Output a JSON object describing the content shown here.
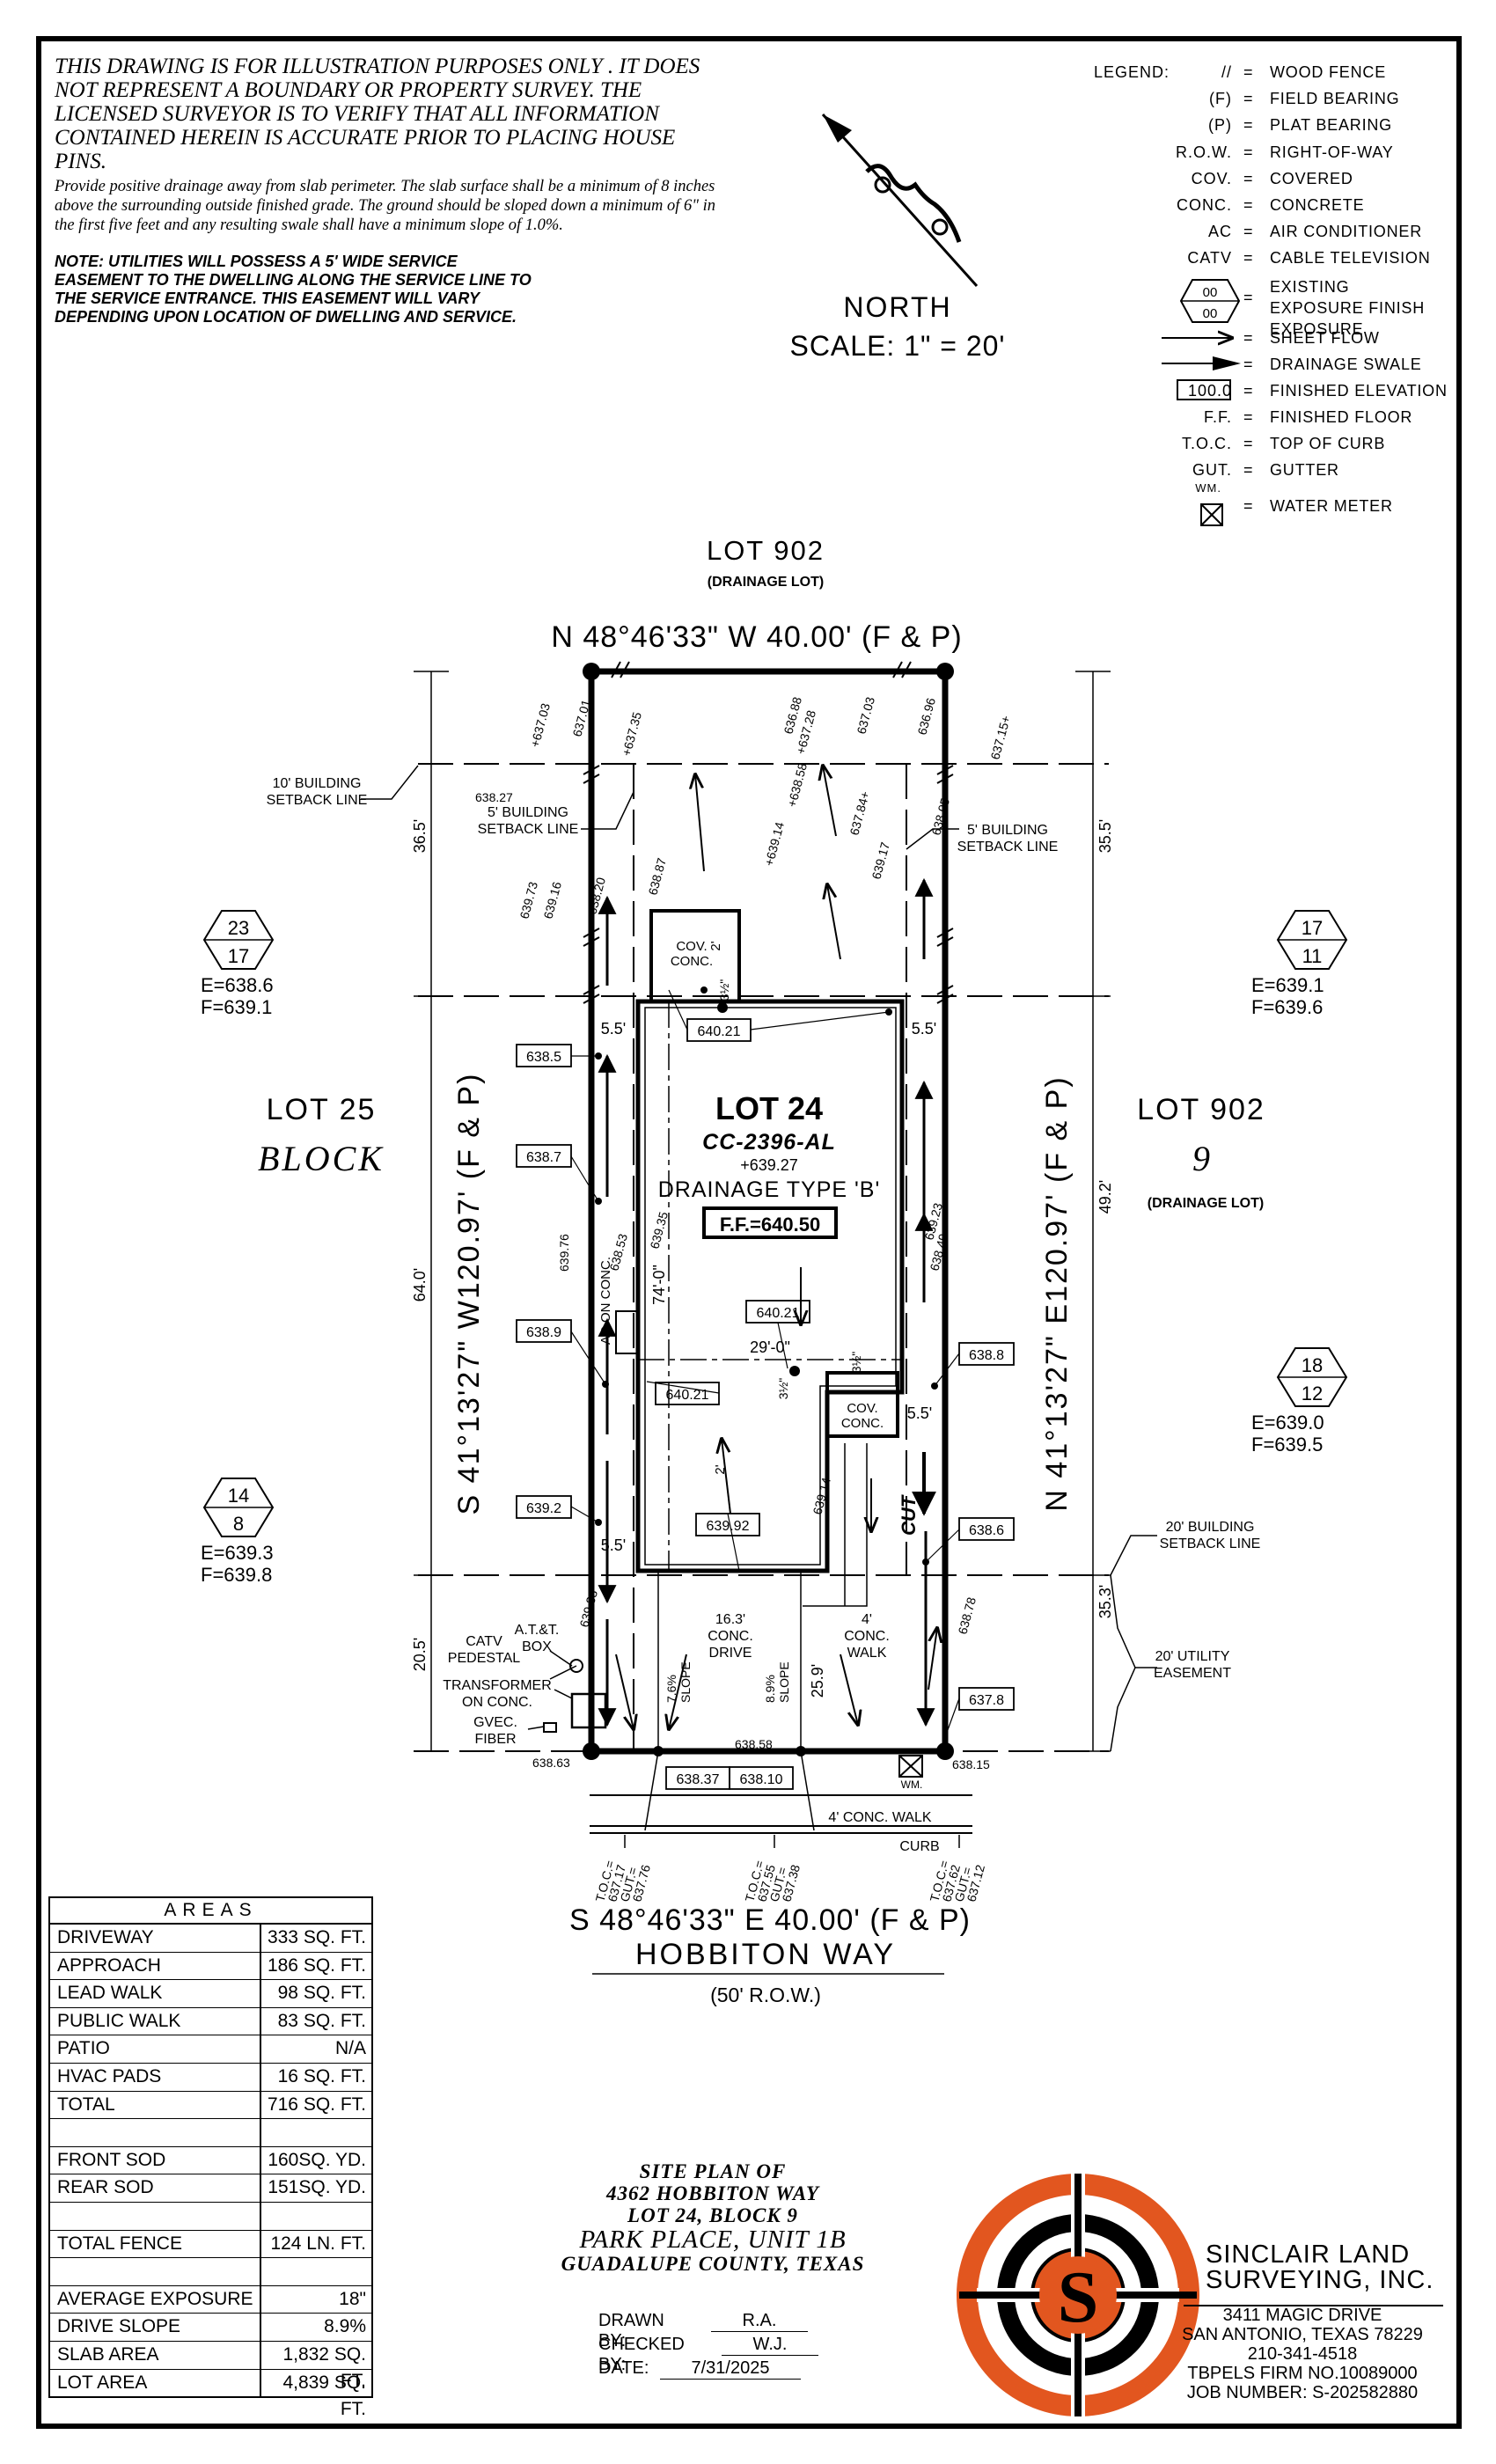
{
  "notes": {
    "disclaimer": "THIS DRAWING IS FOR ILLUSTRATION PURPOSES ONLY . IT DOES NOT REPRESENT A BOUNDARY OR PROPERTY SURVEY. THE LICENSED SURVEYOR IS TO VERIFY THAT ALL INFORMATION CONTAINED HEREIN IS ACCURATE PRIOR TO PLACING HOUSE PINS.",
    "drainage": "Provide positive drainage away from slab perimeter. The slab surface shall be a minimum of 8 inches above the surrounding outside finished grade. The ground should be sloped down a minimum of 6\" in the first five feet and any resulting swale shall have a minimum slope of 1.0%.",
    "utility": "NOTE: UTILITIES WILL POSSESS A 5' WIDE SERVICE EASEMENT TO THE DWELLING ALONG THE SERVICE LINE TO THE SERVICE ENTRANCE. THIS EASEMENT WILL VARY DEPENDING UPON LOCATION OF DWELLING AND SERVICE."
  },
  "north": {
    "label": "NORTH",
    "scale": "SCALE: 1\" = 20'"
  },
  "legend": {
    "title": "LEGEND:",
    "items": [
      {
        "sym": "//",
        "desc": "WOOD FENCE"
      },
      {
        "sym": "(F)",
        "desc": "FIELD BEARING"
      },
      {
        "sym": "(P)",
        "desc": "PLAT BEARING"
      },
      {
        "sym": "R.O.W.",
        "desc": "RIGHT-OF-WAY"
      },
      {
        "sym": "COV.",
        "desc": "COVERED"
      },
      {
        "sym": "CONC.",
        "desc": "CONCRETE"
      },
      {
        "sym": "AC",
        "desc": "AIR CONDITIONER"
      },
      {
        "sym": "CATV",
        "desc": "CABLE TELEVISION"
      },
      {
        "sym": "00 / 00",
        "desc": "EXISTING EXPOSURE FINISH EXPOSURE"
      },
      {
        "sym": "",
        "desc": "SHEET FLOW"
      },
      {
        "sym": "",
        "desc": "DRAINAGE SWALE"
      },
      {
        "sym": "100.0",
        "desc": "FINISHED ELEVATION"
      },
      {
        "sym": "F.F.",
        "desc": "FINISHED FLOOR"
      },
      {
        "sym": "T.O.C.",
        "desc": "TOP OF CURB"
      },
      {
        "sym": "GUT.",
        "desc": "GUTTER"
      },
      {
        "sym": "WM.",
        "desc": "WATER METER"
      }
    ]
  },
  "plan": {
    "lot_top": "LOT 902",
    "lot_top_sub": "(DRAINAGE LOT)",
    "bearing_top": "N 48°46'33\" W 40.00' (F & P)",
    "bearing_left": "S 41°13'27\" W120.97' (F & P)",
    "bearing_right": "N 41°13'27\" E120.97' (F & P)",
    "bearing_bottom": "S 48°46'33\" E 40.00' (F & P)",
    "lot_left": "LOT 25",
    "block_left": "BLOCK",
    "lot_right": "LOT 902",
    "block_right": "9",
    "lot_right_sub": "(DRAINAGE LOT)",
    "street": "HOBBITON WAY",
    "row": "(50' R.O.W.)",
    "lot_no": "LOT 24",
    "plan_no": "CC-2396-AL",
    "center_elev": "+639.27",
    "drainage_type": "DRAINAGE TYPE 'B'",
    "ff": "F.F.=640.50",
    "setback_10": "10' BUILDING SETBACK LINE",
    "setback_5_left": "5' BUILDING SETBACK LINE",
    "setback_5_right": "5' BUILDING SETBACK LINE",
    "setback_20": "20' BUILDING SETBACK LINE",
    "utility_easement": "20' UTILITY EASEMENT",
    "cov_conc": "COV. CONC.",
    "ac_on_conc": "AC ON CONC.",
    "drive": "16.3' CONC. DRIVE",
    "walk_side": "4' CONC. WALK",
    "walk_front": "4' CONC. WALK",
    "curb": "CURB",
    "cut": "CUT",
    "wm": "WM.",
    "catv": "CATV PEDESTAL",
    "att": "A.T.&T. BOX",
    "transformer": "TRANSFORMER ON CONC.",
    "gvec": "GVEC. FIBER",
    "slope_1": "7.6% SLOPE",
    "slope_2": "8.9% SLOPE",
    "dims": {
      "d365_l": "36.5'",
      "d365_r": "35.5'",
      "d640": "64.0'",
      "d492": "49.2'",
      "d205": "20.5'",
      "d353": "35.3'",
      "d259": "25.9'",
      "d740": "74'-0\"",
      "d290": "29'-0\"",
      "s55a": "5.5'",
      "s55b": "5.5'",
      "s55c": "5.5'",
      "s55d": "5.5'",
      "f2a": "2'",
      "f2b": "2'",
      "q312a": "3½\"",
      "q312b": "3½\"",
      "q312c": "3½\""
    },
    "boxed": {
      "e6385": "638.5",
      "e6387": "638.7",
      "e6389": "638.9",
      "e6392": "639.2",
      "e6388": "638.8",
      "e6386": "638.6",
      "e6378": "637.8",
      "e64021a": "640.21",
      "e64021b": "640.21",
      "e64021c": "640.21",
      "e63992": "639.92",
      "e63837": "638.37",
      "e63810": "638.10"
    },
    "spots": {
      "a": "+637.03",
      "b": "637.01",
      "c": "+637.35",
      "d": "636.88",
      "e": "+637.28",
      "f": "637.03",
      "g": "636.96",
      "h": "637.15+",
      "i": "638.27",
      "j": "+638.58",
      "k": "+639.14",
      "l": "637.84+",
      "m": "638.05",
      "n": "639.73",
      "o": "639.16",
      "p": "638.20",
      "q": "638.87",
      "r": "639.17",
      "s": "639.76",
      "t": "638.53",
      "u": "639.35",
      "v": "639.23",
      "w": "638.49",
      "x": "639.14",
      "y": "639.33",
      "z": "638.78",
      "aa": "638.63",
      "bb": "638.58",
      "cc": "638.15"
    },
    "curb_left": [
      "T.O.C.=",
      "637.17",
      "GUT.=",
      "637.76"
    ],
    "curb_mid": [
      "T.O.C.=",
      "637.55",
      "GUT.=",
      "637.38"
    ],
    "curb_right": [
      "T.O.C.=",
      "637.62",
      "GUT.=",
      "637.12"
    ],
    "exposures": [
      {
        "top": "23",
        "bot": "17",
        "e": "E=638.6",
        "f": "F=639.1"
      },
      {
        "top": "17",
        "bot": "11",
        "e": "E=639.1",
        "f": "F=639.6"
      },
      {
        "top": "14",
        "bot": "8",
        "e": "E=639.3",
        "f": "F=639.8"
      },
      {
        "top": "18",
        "bot": "12",
        "e": "E=639.0",
        "f": "F=639.5"
      }
    ]
  },
  "areas": {
    "title": "AREAS",
    "rows": [
      {
        "label": "DRIVEWAY",
        "value": "333 SQ. FT."
      },
      {
        "label": "APPROACH",
        "value": "186 SQ. FT."
      },
      {
        "label": "LEAD WALK",
        "value": "98 SQ. FT."
      },
      {
        "label": "PUBLIC WALK",
        "value": "83 SQ. FT."
      },
      {
        "label": "PATIO",
        "value": "N/A"
      },
      {
        "label": "HVAC PADS",
        "value": "16 SQ. FT."
      },
      {
        "label": "TOTAL",
        "value": "716 SQ. FT."
      },
      {
        "label": "",
        "value": ""
      },
      {
        "label": "FRONT SOD",
        "value": "160SQ. YD."
      },
      {
        "label": "REAR SOD",
        "value": "151SQ. YD."
      },
      {
        "label": "",
        "value": ""
      },
      {
        "label": "TOTAL FENCE",
        "value": "124 LN. FT."
      },
      {
        "label": "",
        "value": ""
      },
      {
        "label": "AVERAGE EXPOSURE",
        "value": "18\""
      },
      {
        "label": "DRIVE SLOPE",
        "value": "8.9%"
      },
      {
        "label": "SLAB AREA",
        "value": "1,832 SQ. FT."
      },
      {
        "label": "LOT AREA",
        "value": "4,839 SQ. FT."
      }
    ]
  },
  "title_block": {
    "l1": "SITE PLAN OF",
    "l2": "4362 HOBBITON WAY",
    "l3": "LOT 24, BLOCK 9",
    "l4": "PARK PLACE, UNIT 1B",
    "l5": "GUADALUPE COUNTY, TEXAS"
  },
  "signoff": {
    "drawn_label": "DRAWN BY:",
    "drawn": "R.A.",
    "checked_label": "CHECKED BY:",
    "checked": "W.J.",
    "date_label": "DATE:",
    "date": "7/31/2025"
  },
  "firm": {
    "logo_letter": "S",
    "name1": "SINCLAIR LAND",
    "name2": "SURVEYING, INC.",
    "addr1": "3411 MAGIC DRIVE",
    "addr2": "SAN ANTONIO, TEXAS 78229",
    "phone": "210-341-4518",
    "firm_no": "TBPELS FIRM NO.10089000",
    "job": "JOB NUMBER: S-202582880"
  },
  "colors": {
    "logo_orange": "#E2561F",
    "ink": "#000000"
  }
}
